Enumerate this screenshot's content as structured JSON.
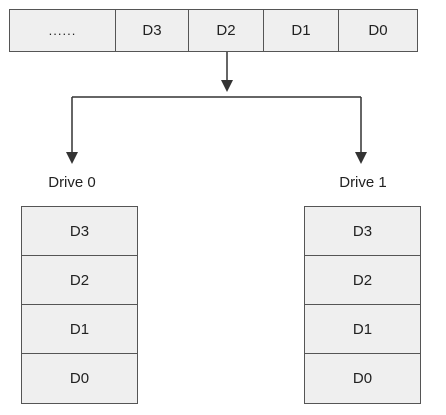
{
  "source_row": {
    "cells": [
      "......",
      "D3",
      "D2",
      "D1",
      "D0"
    ]
  },
  "drives": [
    {
      "label": "Drive 0",
      "blocks": [
        "D3",
        "D2",
        "D1",
        "D0"
      ]
    },
    {
      "label": "Drive 1",
      "blocks": [
        "D3",
        "D2",
        "D1",
        "D0"
      ]
    }
  ],
  "colors": {
    "cell_fill": "#efefef",
    "border": "#555555",
    "line": "#333333"
  }
}
